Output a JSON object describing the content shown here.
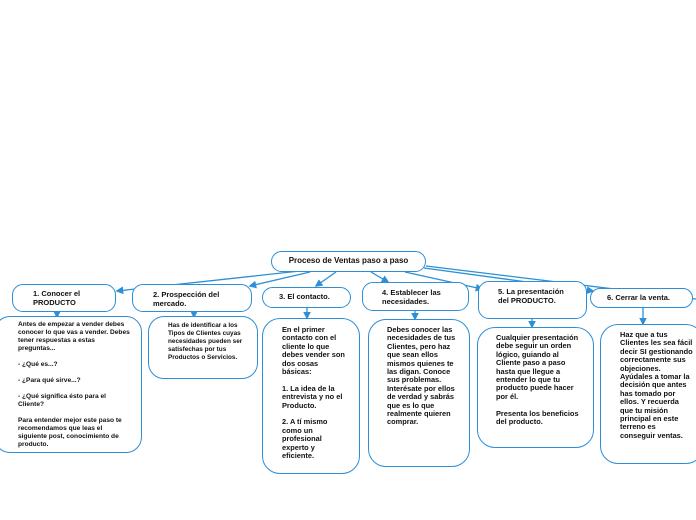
{
  "root": {
    "label": "Proceso de Ventas paso a paso"
  },
  "colors": {
    "accent": "#2d8fd5",
    "text": "#111111",
    "background": "#ffffff"
  },
  "topics": [
    {
      "label": "1. Conocer el PRODUCTO",
      "detail": "Antes de empezar a vender debes conocer lo que vas a vender. Debes tener respuestas a estas preguntas...\n\n- ¿Qué es...?\n\n- ¿Para qué sirve...?\n\n- ¿Qué significa ésto para el Cliente?\n\nPara entender mejor este paso te recomendamos que leas el siguiente post, conocimiento de producto."
    },
    {
      "label": "2. Prospección del mercado.",
      "detail": "Has de identificar a los Tipos de Clientes cuyas necesidades pueden ser satisfechas por tus Productos o Servicios."
    },
    {
      "label": "3. El contacto.",
      "detail": "En el primer contacto con el cliente lo que debes vender son dos cosas básicas:\n\n1. La idea de la entrevista y no el Producto.\n\n2. A tí mismo como un profesional experto y eficiente."
    },
    {
      "label": "4. Establecer las necesidades.",
      "detail": "Debes conocer las necesidades de tus Clientes, pero haz que sean ellos mismos quienes te las digan. Conoce sus problemas. Interésate por ellos de verdad y sabrás que es lo que realmente quieren comprar."
    },
    {
      "label": "5. La presentación del PRODUCTO.",
      "detail": "Cualquier presentación debe seguir un orden lógico, guiando al Cliente paso a paso hasta que llegue a entender lo que tu producto puede hacer por él.\n\nPresenta los beneficios del producto."
    },
    {
      "label": "6. Cerrar la venta.",
      "detail": "Haz que a tus Clientes les sea fácil decir SI gestionando correctamente sus objeciones. Ayúdales a tomar la decisión que antes has tomado por ellos. Y recuerda que tu misión principal en este terreno es conseguir ventas."
    }
  ]
}
